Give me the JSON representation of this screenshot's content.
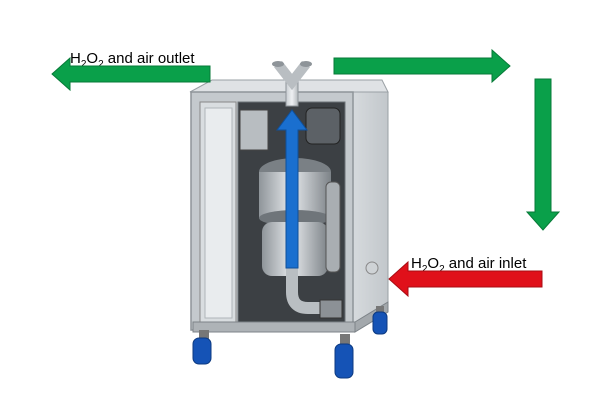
{
  "labels": {
    "outlet": {
      "prefix": "H",
      "sub1": "2",
      "mid": "O",
      "sub2": "2",
      "suffix": " and air outlet"
    },
    "inlet": {
      "prefix": "H",
      "sub1": "2",
      "mid": "O",
      "sub2": "2",
      "suffix": " and air inlet"
    }
  },
  "colors": {
    "green_arrow": "#0aa04a",
    "red_arrow": "#e0101a",
    "blue_arrow": "#1a6fcf",
    "cabinet_frame": "#bfc4c8",
    "wheel_blue": "#1553b6"
  },
  "icons": [
    "green-arrow-left-icon",
    "green-arrow-right-icon",
    "green-arrow-down-icon",
    "red-arrow-left-icon",
    "blue-arrow-up-icon",
    "caster-wheel-icon"
  ]
}
